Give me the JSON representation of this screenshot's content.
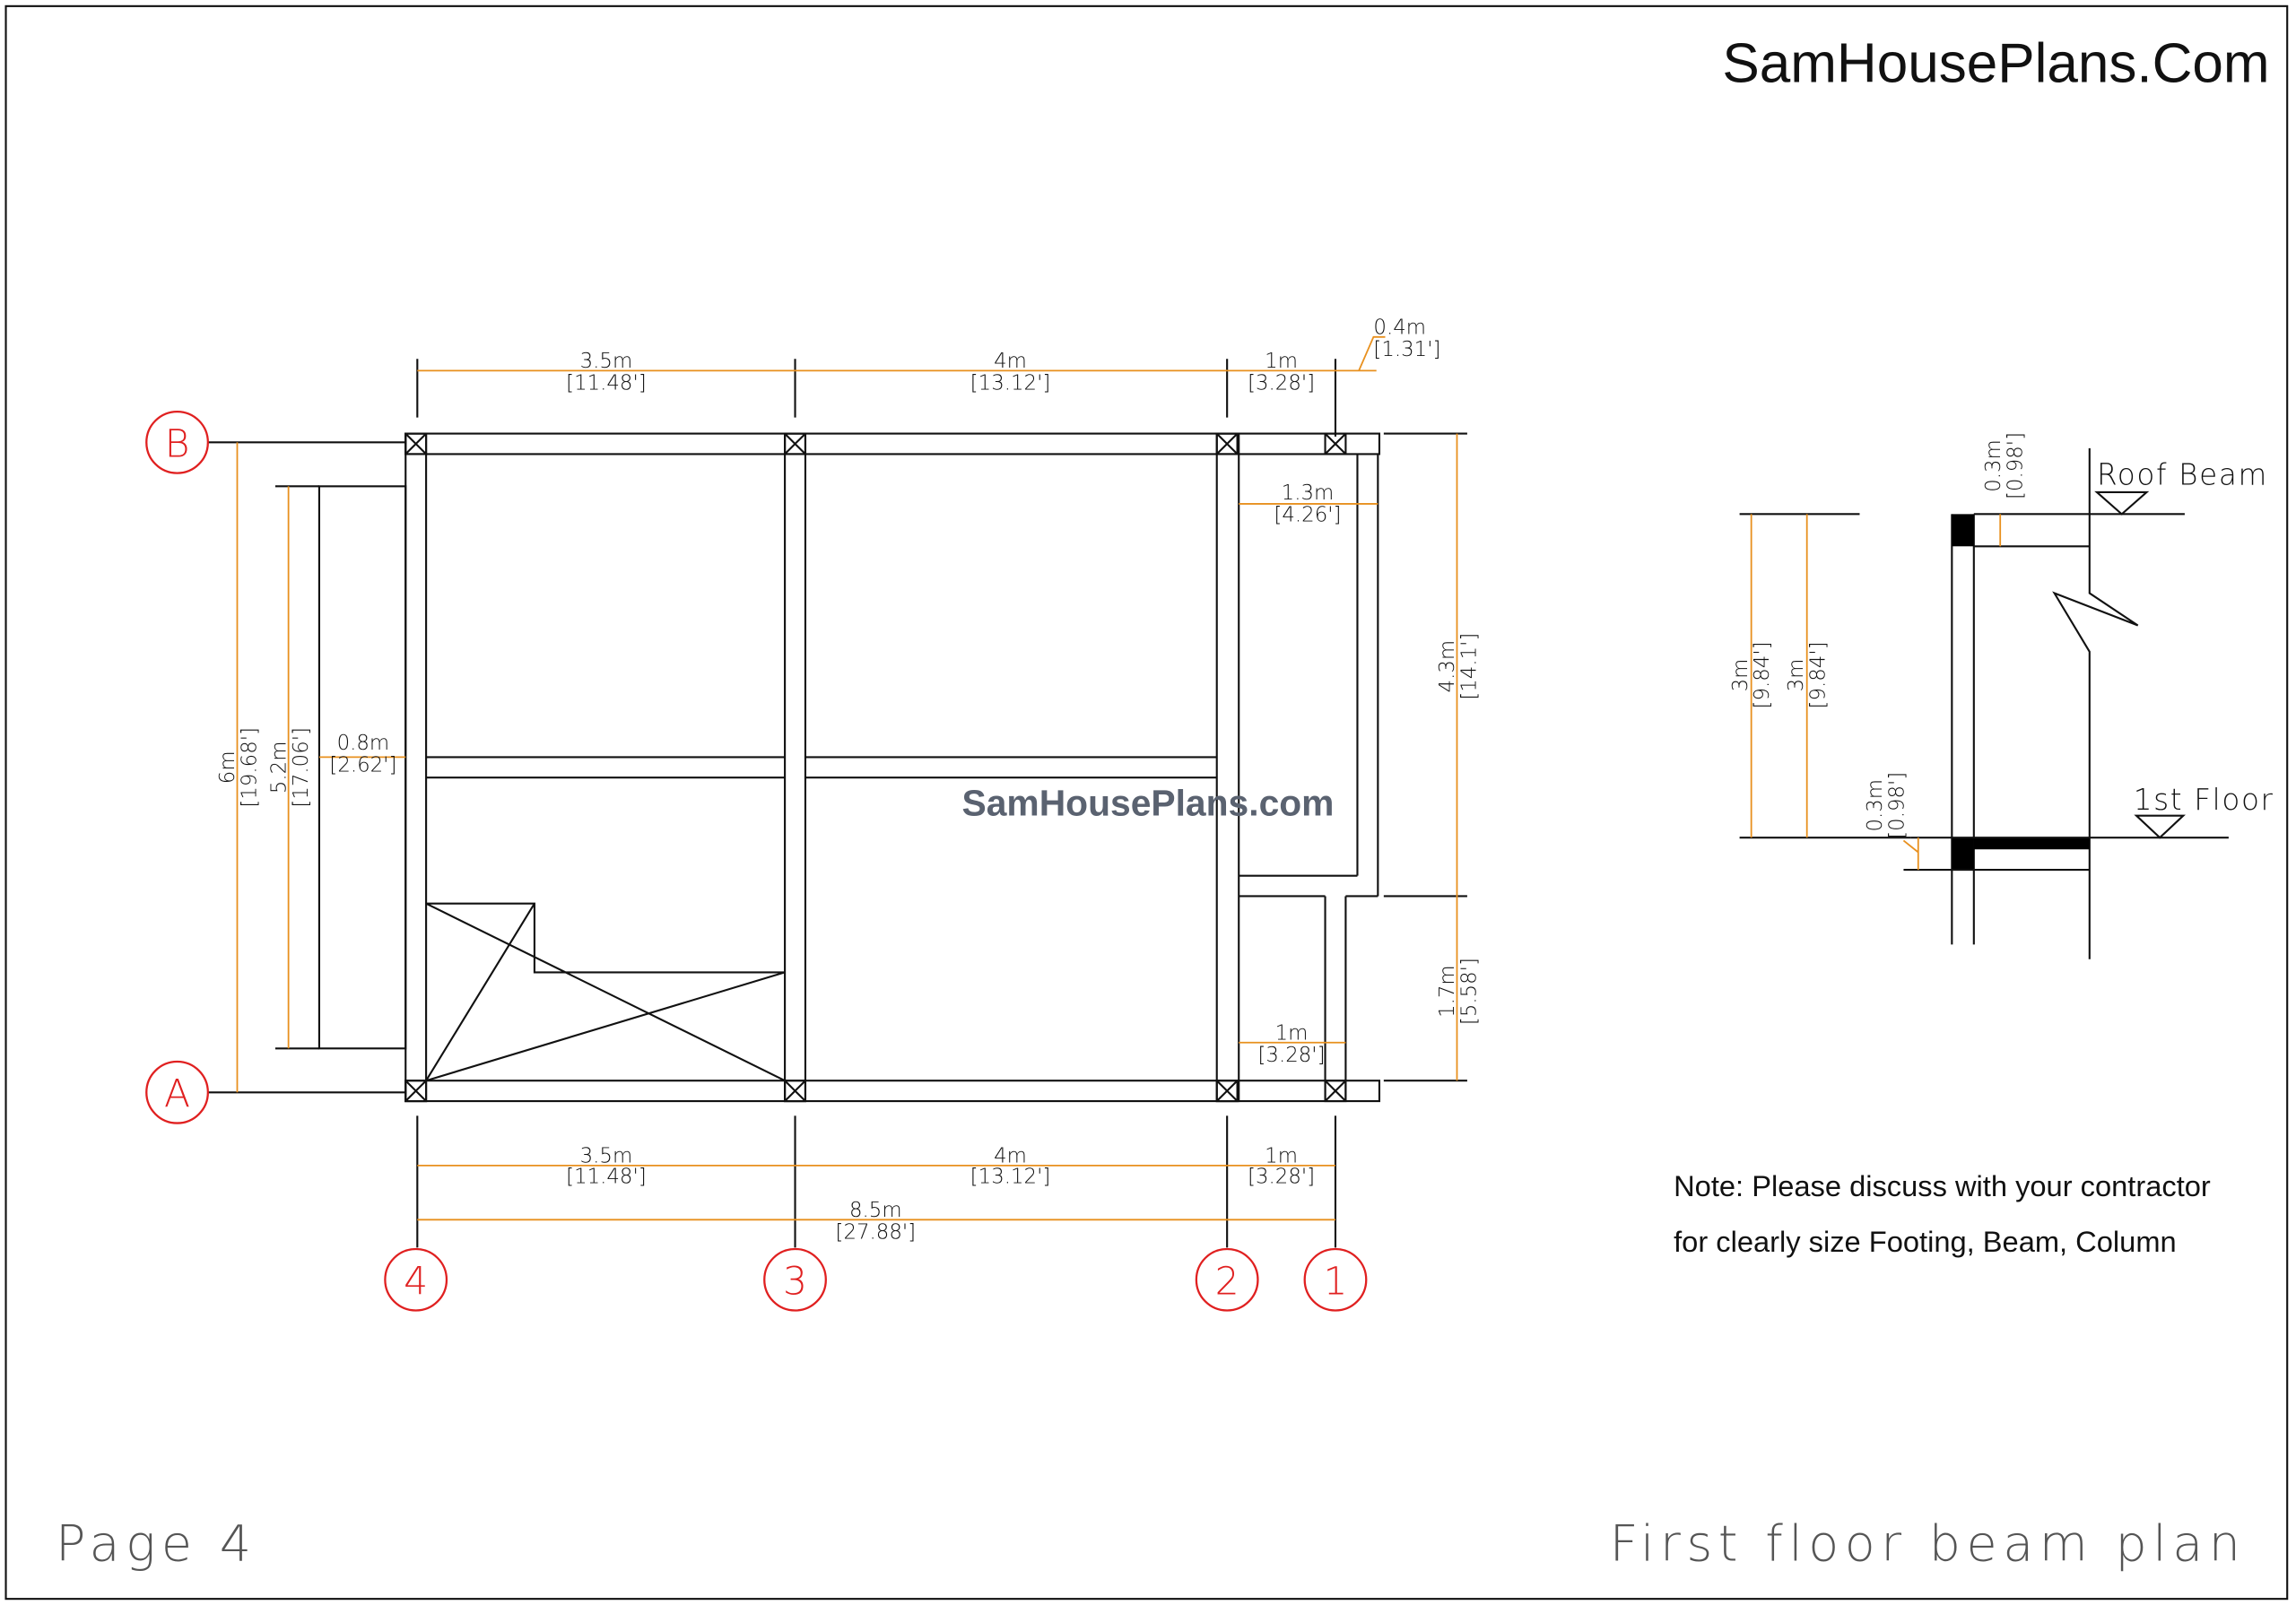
{
  "brand": "SamHousePlans.Com",
  "watermark": "SamHousePlans.com",
  "page_label": "Page 4",
  "drawing_title": "First floor beam plan",
  "note_lines": [
    "Note: Please discuss with your contractor",
    "for clearly size Footing, Beam, Column"
  ],
  "grid_labels": {
    "row_b": "B",
    "row_a": "A",
    "col_4": "4",
    "col_3": "3",
    "col_2": "2",
    "col_1": "1"
  },
  "dims": {
    "top": [
      {
        "m": "3.5m",
        "ft": "[11.48']"
      },
      {
        "m": "4m",
        "ft": "[13.12']"
      },
      {
        "m": "1m",
        "ft": "[3.28']"
      },
      {
        "m": "0.4m",
        "ft": "[1.31']"
      }
    ],
    "bottom": [
      {
        "m": "3.5m",
        "ft": "[11.48']"
      },
      {
        "m": "4m",
        "ft": "[13.12']"
      },
      {
        "m": "1m",
        "ft": "[3.28']"
      }
    ],
    "total": {
      "m": "8.5m",
      "ft": "[27.88']"
    },
    "left_6": {
      "m": "6m",
      "ft": "[19.68']"
    },
    "left_52": {
      "m": "5.2m",
      "ft": "[17.06']"
    },
    "left_08": {
      "m": "0.8m",
      "ft": "[2.62']"
    },
    "right_43": {
      "m": "4.3m",
      "ft": "[14.1']"
    },
    "right_17": {
      "m": "1.7m",
      "ft": "[5.58']"
    },
    "inner_13": {
      "m": "1.3m",
      "ft": "[4.26']"
    },
    "inner_1": {
      "m": "1m",
      "ft": "[3.28']"
    }
  },
  "section": {
    "roof_label": "Roof Beam",
    "floor_label": "1st Floor",
    "h1": {
      "m": "3m",
      "ft": "[9.84']"
    },
    "h2": {
      "m": "3m",
      "ft": "[9.84']"
    },
    "roof_beam": {
      "m": "0.3m",
      "ft": "[0.98']"
    },
    "floor_beam": {
      "m": "0.3m",
      "ft": "[0.98']"
    }
  },
  "colors": {
    "dimension": "#e8901e",
    "grid": "#e02020",
    "line": "#111111"
  }
}
